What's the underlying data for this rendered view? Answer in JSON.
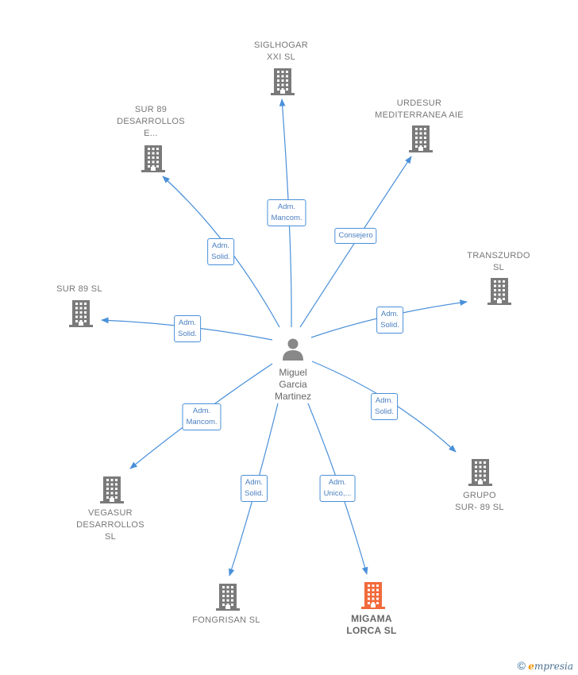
{
  "colors": {
    "edge": "#4a90d9",
    "node": "#7a7a7a",
    "highlight": "#f26a3b",
    "person": "#888888"
  },
  "center": {
    "icon": "person-icon",
    "name_lines": [
      "Miguel",
      "Garcia",
      "Martinez"
    ]
  },
  "nodes": [
    {
      "id": "siglhogar",
      "name_lines": [
        "SIGLHOGAR",
        "XXI  SL"
      ],
      "icon": "building-icon",
      "highlight": false
    },
    {
      "id": "sur89-desarrollos",
      "name_lines": [
        "SUR 89",
        "DESARROLLOS",
        "E..."
      ],
      "icon": "building-icon",
      "highlight": false
    },
    {
      "id": "urdesur",
      "name_lines": [
        "URDESUR",
        "MEDITERRANEA AIE"
      ],
      "icon": "building-icon",
      "highlight": false
    },
    {
      "id": "transzurdo",
      "name_lines": [
        "TRANSZURDO",
        "SL"
      ],
      "icon": "building-icon",
      "highlight": false
    },
    {
      "id": "sur89",
      "name_lines": [
        "SUR 89 SL"
      ],
      "icon": "building-icon",
      "highlight": false
    },
    {
      "id": "grupo-sur89",
      "name_lines": [
        "GRUPO",
        "SUR- 89 SL"
      ],
      "icon": "building-icon",
      "highlight": false
    },
    {
      "id": "vegasur",
      "name_lines": [
        "VEGASUR",
        "DESARROLLOS",
        "SL"
      ],
      "icon": "building-icon",
      "highlight": false
    },
    {
      "id": "fongrisan",
      "name_lines": [
        "FONGRISAN SL"
      ],
      "icon": "building-icon",
      "highlight": false
    },
    {
      "id": "migama",
      "name_lines": [
        "MIGAMA",
        "LORCA  SL"
      ],
      "icon": "building-icon",
      "highlight": true
    }
  ],
  "edges": [
    {
      "to": "siglhogar",
      "label_lines": [
        "Adm.",
        "Mancom."
      ]
    },
    {
      "to": "sur89-desarrollos",
      "label_lines": [
        "Adm.",
        "Solid."
      ]
    },
    {
      "to": "urdesur",
      "label_lines": [
        "Consejero"
      ]
    },
    {
      "to": "transzurdo",
      "label_lines": [
        "Adm.",
        "Solid."
      ]
    },
    {
      "to": "sur89",
      "label_lines": [
        "Adm.",
        "Solid."
      ]
    },
    {
      "to": "grupo-sur89",
      "label_lines": [
        "Adm.",
        "Solid."
      ]
    },
    {
      "to": "vegasur",
      "label_lines": [
        "Adm.",
        "Mancom."
      ]
    },
    {
      "to": "fongrisan",
      "label_lines": [
        "Adm.",
        "Solid."
      ]
    },
    {
      "to": "migama",
      "label_lines": [
        "Adm.",
        "Unico,..."
      ]
    }
  ],
  "footer": {
    "copyright_symbol": "©",
    "brand_initial": "e",
    "brand_rest": "mpresia"
  }
}
